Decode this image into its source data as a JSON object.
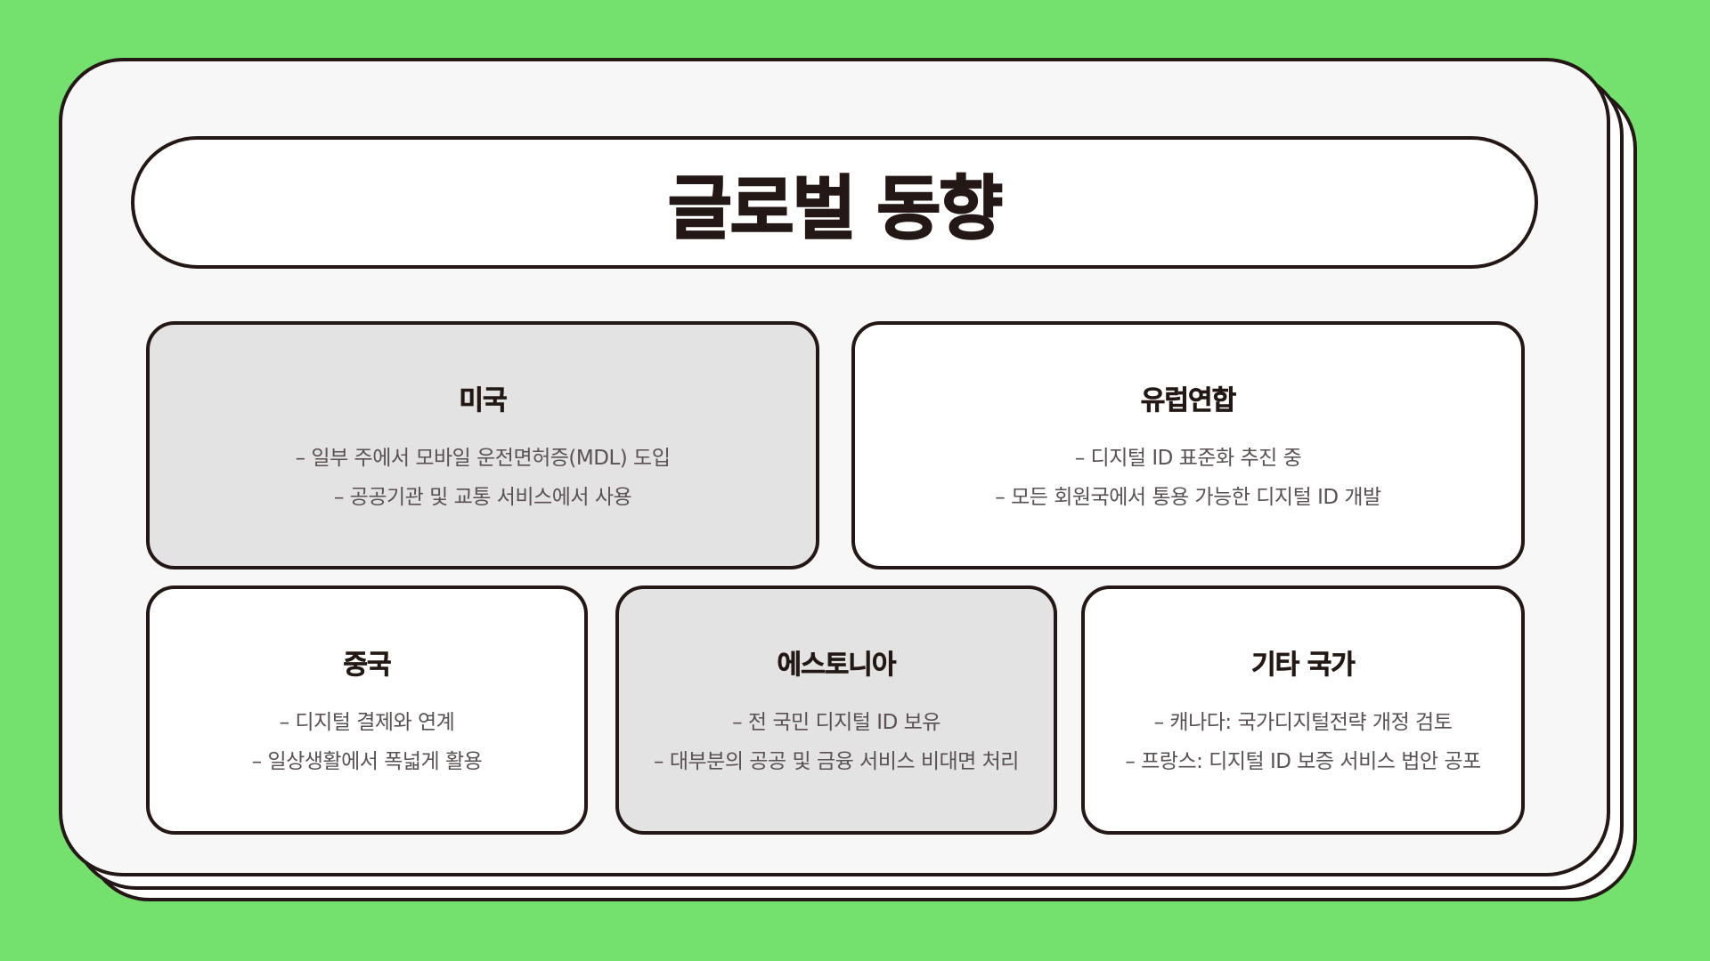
{
  "page": {
    "background_color": "#74e06d",
    "title": "글로벌 동향"
  },
  "cards": [
    {
      "id": "us",
      "title": "미국",
      "fill": "#e3e3e3",
      "bullets": [
        "– 일부 주에서 모바일 운전면허증(MDL) 도입",
        "– 공공기관 및 교통 서비스에서 사용"
      ]
    },
    {
      "id": "eu",
      "title": "유럽연합",
      "fill": "#ffffff",
      "bullets": [
        "– 디지털 ID 표준화 추진 중",
        "– 모든 회원국에서 통용 가능한 디지털 ID 개발"
      ]
    },
    {
      "id": "china",
      "title": "중국",
      "fill": "#ffffff",
      "bullets": [
        "– 디지털 결제와 연계",
        "– 일상생활에서 폭넓게 활용"
      ]
    },
    {
      "id": "estonia",
      "title": "에스토니아",
      "fill": "#e3e3e3",
      "bullets": [
        "– 전 국민 디지털 ID 보유",
        "– 대부분의 공공 및 금융 서비스 비대면 처리"
      ]
    },
    {
      "id": "other",
      "title": "기타 국가",
      "fill": "#ffffff",
      "bullets": [
        "– 캐나다: 국가디지털전략 개정 검토",
        "– 프랑스: 디지털 ID 보증 서비스 법안 공포"
      ]
    }
  ]
}
